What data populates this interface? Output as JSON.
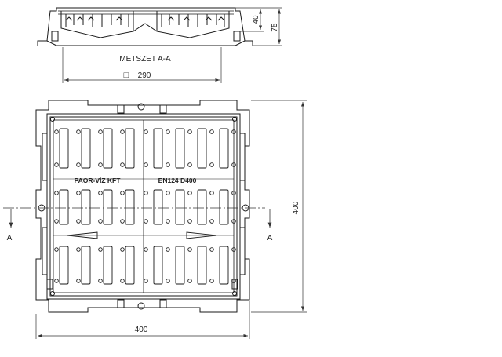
{
  "section": {
    "caption": "METSZET A-A",
    "width_label": "290",
    "width_symbol": "□",
    "height_inner_label": "40",
    "height_outer_label": "75"
  },
  "plan": {
    "brand_text": "PAOR-VÍZ KFT",
    "spec_text": "EN124 D400",
    "width_label": "400",
    "height_label": "400",
    "cut_left": "A",
    "cut_right": "A"
  },
  "colors": {
    "line": "#1a1a1a",
    "dim": "#333333"
  }
}
